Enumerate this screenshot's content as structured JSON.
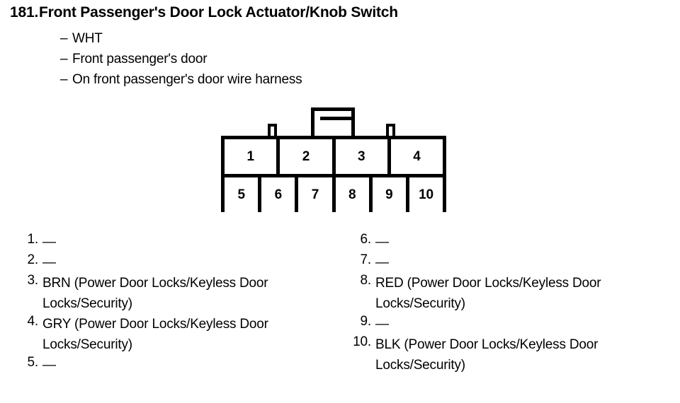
{
  "heading": {
    "number": "181.",
    "title": "Front Passenger's Door Lock Actuator/Knob Switch",
    "sublines": [
      "WHT",
      "Front passenger's door",
      "On front passenger's door wire harness"
    ],
    "dash": "–"
  },
  "connector": {
    "top_row_pins": [
      "1",
      "2",
      "3",
      "4"
    ],
    "bottom_row_pins": [
      "5",
      "6",
      "7",
      "8",
      "9",
      "10"
    ]
  },
  "pins_left": [
    {
      "num": "1.",
      "desc": "—"
    },
    {
      "num": "2.",
      "desc": "—"
    },
    {
      "num": "3.",
      "desc": "BRN (Power Door Locks/Keyless Door\nLocks/Security)"
    },
    {
      "num": "4.",
      "desc": "GRY (Power Door Locks/Keyless Door\nLocks/Security)"
    },
    {
      "num": "5.",
      "desc": "—"
    }
  ],
  "pins_right": [
    {
      "num": "6.",
      "desc": "—"
    },
    {
      "num": "7.",
      "desc": "—"
    },
    {
      "num": "8.",
      "desc": "RED (Power Door Locks/Keyless Door\nLocks/Security)"
    },
    {
      "num": "9.",
      "desc": "—"
    },
    {
      "num": "10.",
      "desc": "BLK (Power Door Locks/Keyless Door\nLocks/Security)"
    }
  ]
}
